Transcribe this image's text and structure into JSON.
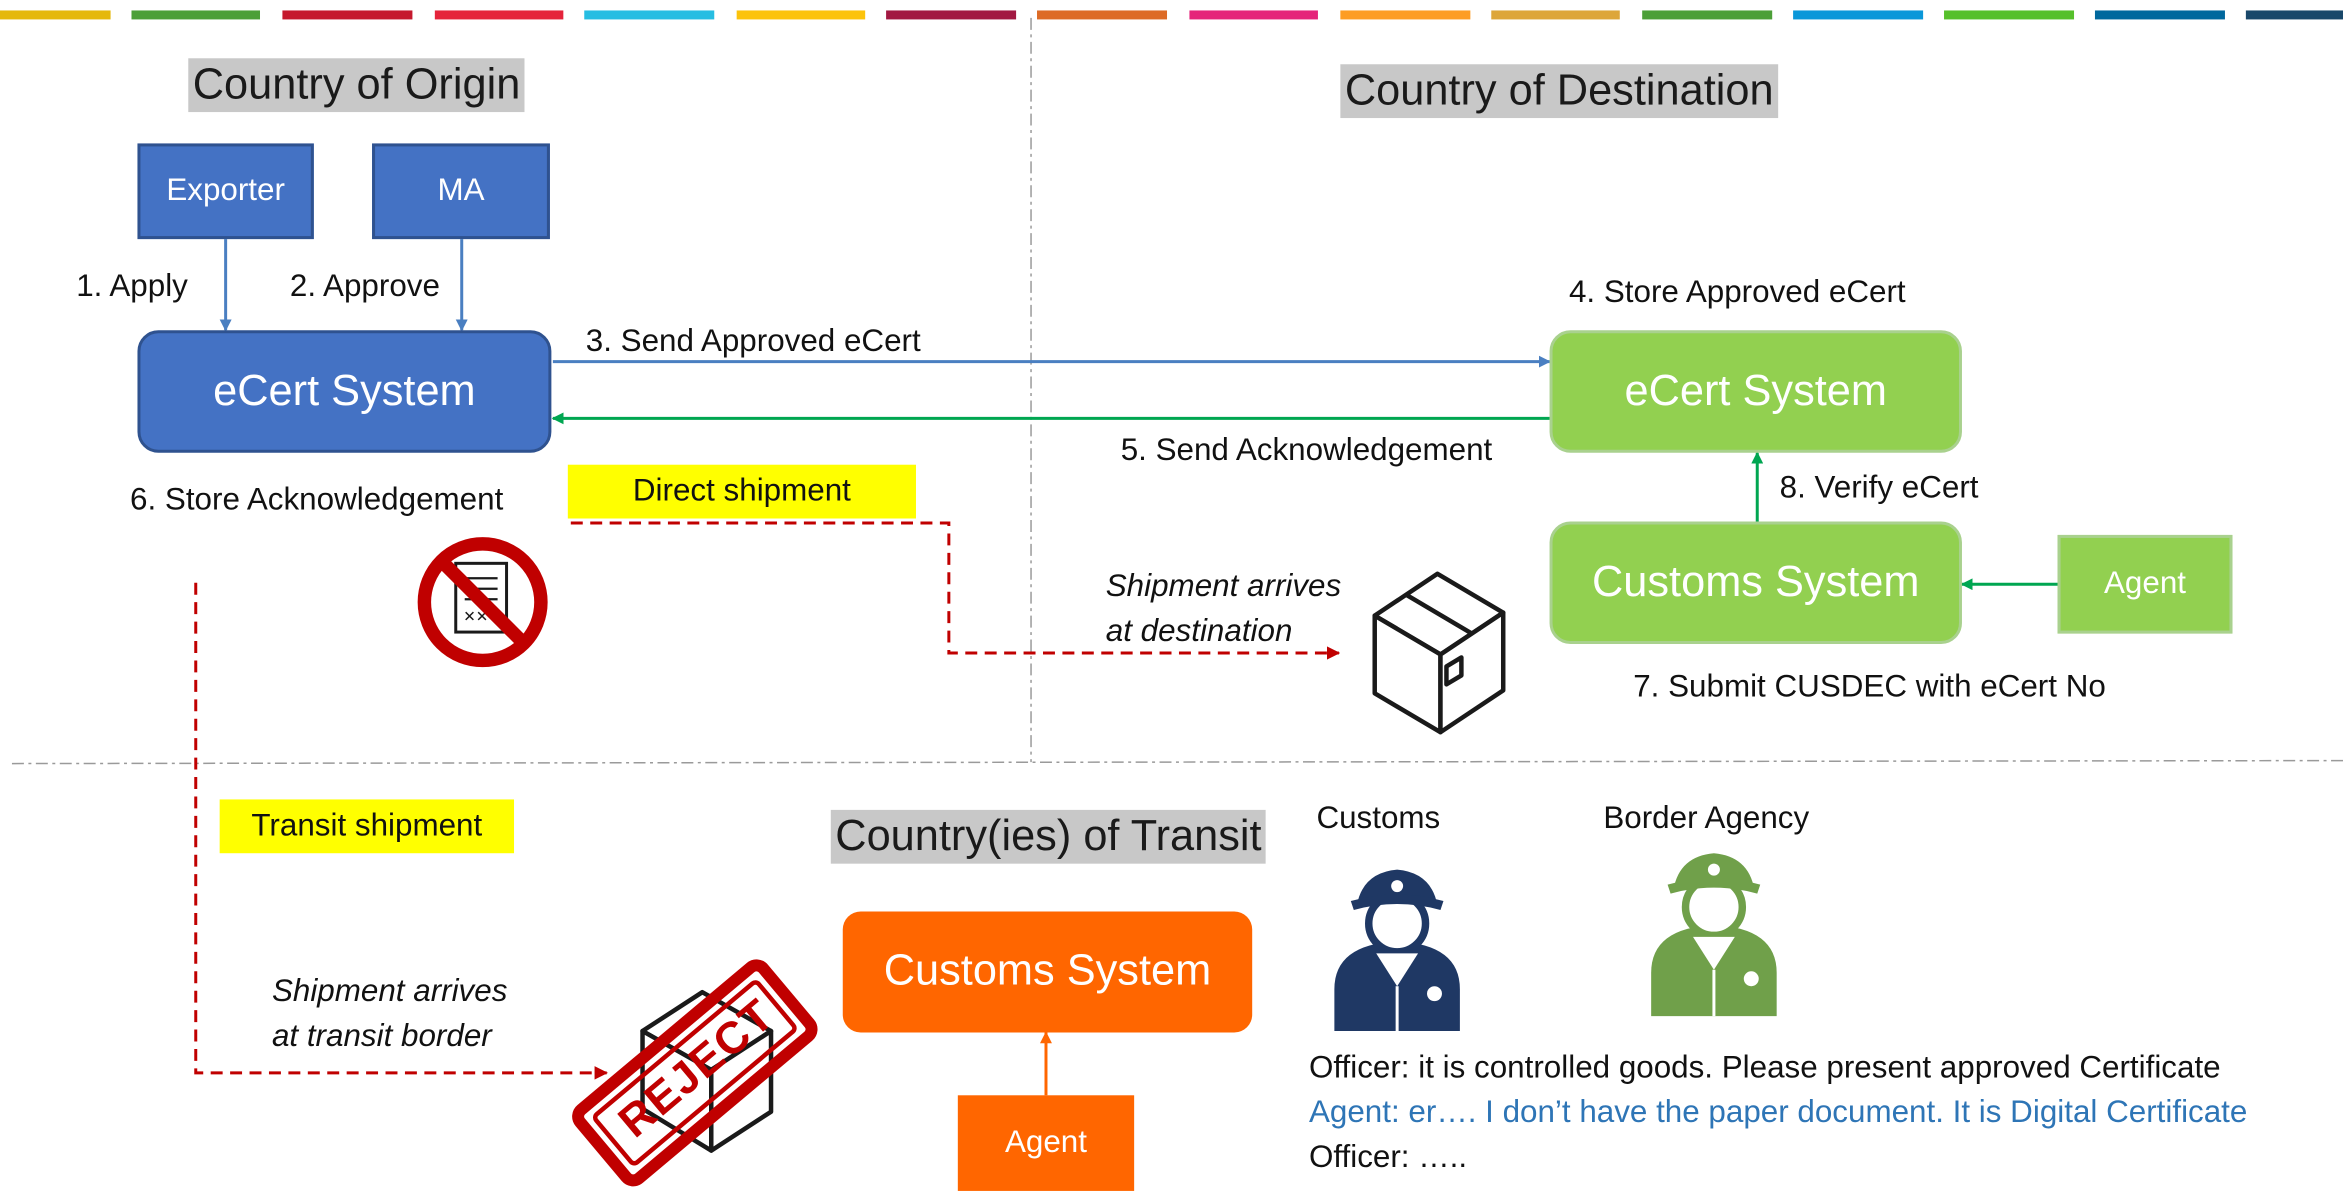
{
  "headings": {
    "origin": "Country of Origin",
    "destination": "Country of Destination",
    "transit": "Country(ies) of Transit"
  },
  "origin": {
    "exporter": "Exporter",
    "ma": "MA",
    "ecert_system": "eCert System",
    "step1": "1. Apply",
    "step2": "2. Approve",
    "step6": "6. Store Acknowledgement"
  },
  "flows": {
    "step3": "3. Send Approved eCert",
    "step5": "5. Send Acknowledgement"
  },
  "destination": {
    "step4": "4. Store Approved eCert",
    "ecert_system": "eCert System",
    "step8": "8. Verify eCert",
    "customs_system": "Customs System",
    "agent": "Agent",
    "step7": "7. Submit CUSDEC with eCert No"
  },
  "shipment": {
    "direct_label": "Direct shipment",
    "direct_arrival_line1": "Shipment arrives",
    "direct_arrival_line2": "at destination",
    "transit_label": "Transit shipment",
    "transit_arrival_line1": "Shipment arrives",
    "transit_arrival_line2": "at transit border",
    "reject_stamp": "REJECT"
  },
  "transit": {
    "customs_system": "Customs System",
    "agent": "Agent",
    "customs_officer": "Customs",
    "border_agency": "Border Agency"
  },
  "dialog": {
    "officer_line1": "Officer: it is controlled goods. Please present approved Certificate",
    "agent_line": "Agent: er…. I don’t have the paper document. It is Digital Certificate",
    "officer_line2": "Officer: ….."
  },
  "colors": {
    "blue_box": "#4472c4",
    "green_box": "#92d050",
    "orange_box": "#ff6600",
    "green_arrow": "#00a651",
    "blue_arrow": "#4a7fc1",
    "red_dashed": "#c00000",
    "highlight": "#ffff00",
    "agent_text": "#2e75b6",
    "heading_bg": "#c8c8c8",
    "customs_officer": "#1f3864",
    "border_officer": "#70a04a"
  },
  "top_stripe_colors": [
    "#e5b80b",
    "#4c9f38",
    "#c5192d",
    "#e5243b",
    "#26bde2",
    "#fcc30b",
    "#a21942",
    "#dd6b26",
    "#e5247a",
    "#fd9d24",
    "#dda63a",
    "#4c9f38",
    "#0a97d9",
    "#56c02b",
    "#00689d",
    "#19486a"
  ]
}
